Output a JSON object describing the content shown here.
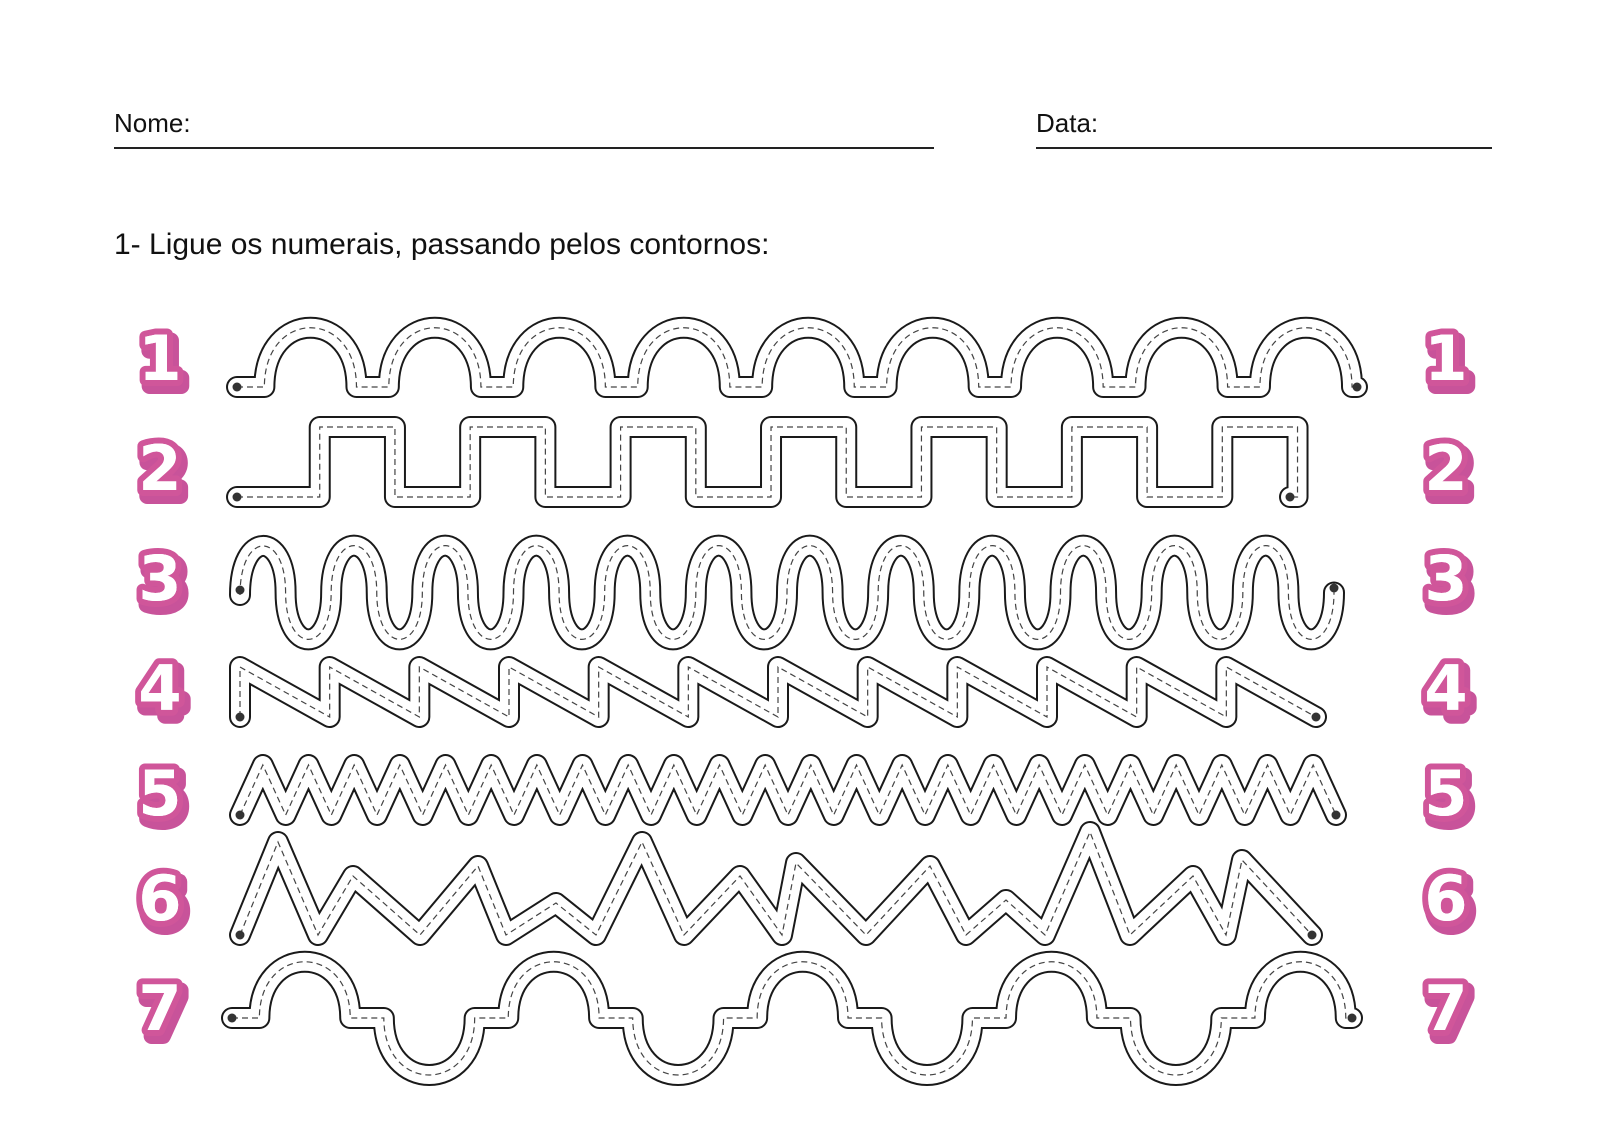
{
  "header": {
    "name_label": "Nome:",
    "date_label": "Data:"
  },
  "instruction": "1- Ligue os numerais, passando pelos contornos:",
  "colors": {
    "numeral_fill": "#ffffff",
    "numeral_outline": "#d0569a",
    "numeral_shadow": "#c8539a",
    "track_stroke": "#1a1a1a",
    "track_fill": "#ffffff"
  },
  "rows": [
    {
      "number": "1",
      "pattern": "arches"
    },
    {
      "number": "2",
      "pattern": "square-wave"
    },
    {
      "number": "3",
      "pattern": "loops"
    },
    {
      "number": "4",
      "pattern": "sawtooth"
    },
    {
      "number": "5",
      "pattern": "small-zigzag"
    },
    {
      "number": "6",
      "pattern": "irregular-peaks"
    },
    {
      "number": "7",
      "pattern": "up-down-arches"
    }
  ]
}
